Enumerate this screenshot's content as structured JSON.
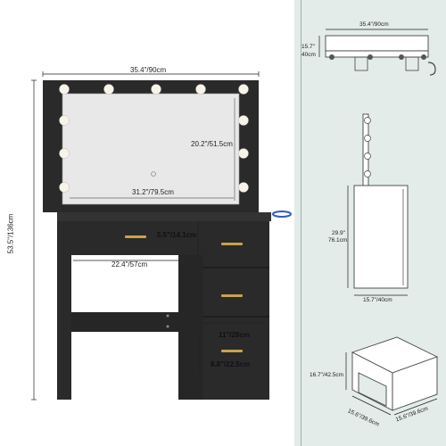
{
  "main_view": {
    "width_top": "35.4\"/90cm",
    "height_total": "53.5\"/136cm",
    "mirror_height": "20.2\"/51.5cm",
    "mirror_width": "31.2\"/79.5cm",
    "drawer_height_top": "5.5\"/14.1cm",
    "knee_width": "22.4\"/57cm",
    "drawer_width": "11\"/28cm",
    "drawer_height_bottom": "8.8\"/22.5cm"
  },
  "top_view": {
    "width": "35.4\"/90cm",
    "depth_in": "15.7\"",
    "depth_cm": "40cm"
  },
  "side_view": {
    "height_in": "29.9\"",
    "height_cm": "76.1cm",
    "depth": "15.7\"/40cm"
  },
  "stool_view": {
    "height": "16.7\"/42.5cm",
    "width": "15.6\"/39.6cm",
    "depth": "15.6\"/39.6cm"
  },
  "colors": {
    "cabinet": "#2a2a2a",
    "mirror": "#e8e8e8",
    "handle": "#c9a24a",
    "panel_bg": "#e3ece9",
    "dim_line": "#222222"
  }
}
